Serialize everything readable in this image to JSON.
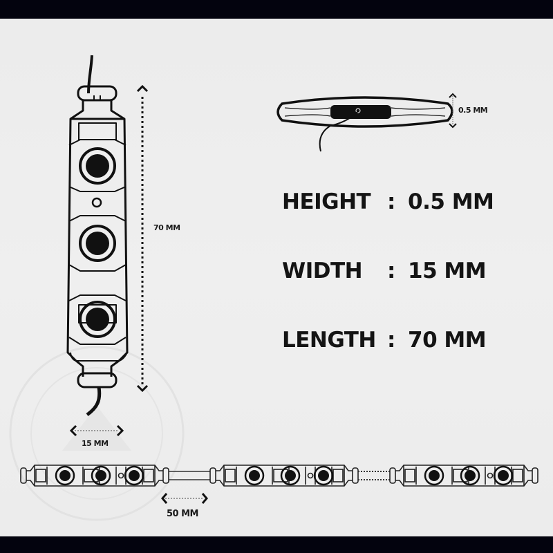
{
  "diagram": {
    "type": "product-dimension-diagram",
    "subject": "LED module (3 LEDs)",
    "colors": {
      "background": "#ececec",
      "frame_band": "#03030e",
      "ink": "#141414"
    },
    "vertical_module": {
      "led_count": 3,
      "length_label": "70 MM",
      "width_label": "15 MM"
    },
    "side_view": {
      "height_label": "0.5 MM"
    },
    "specs": [
      {
        "key": "HEIGHT",
        "sep": ":",
        "value": "0.5 MM"
      },
      {
        "key": "WIDTH",
        "sep": ":",
        "value": "15 MM"
      },
      {
        "key": "LENGTH",
        "sep": ":",
        "value": "70 MM"
      }
    ],
    "chain": {
      "module_count": 3,
      "spacing_label": "50 MM"
    }
  }
}
